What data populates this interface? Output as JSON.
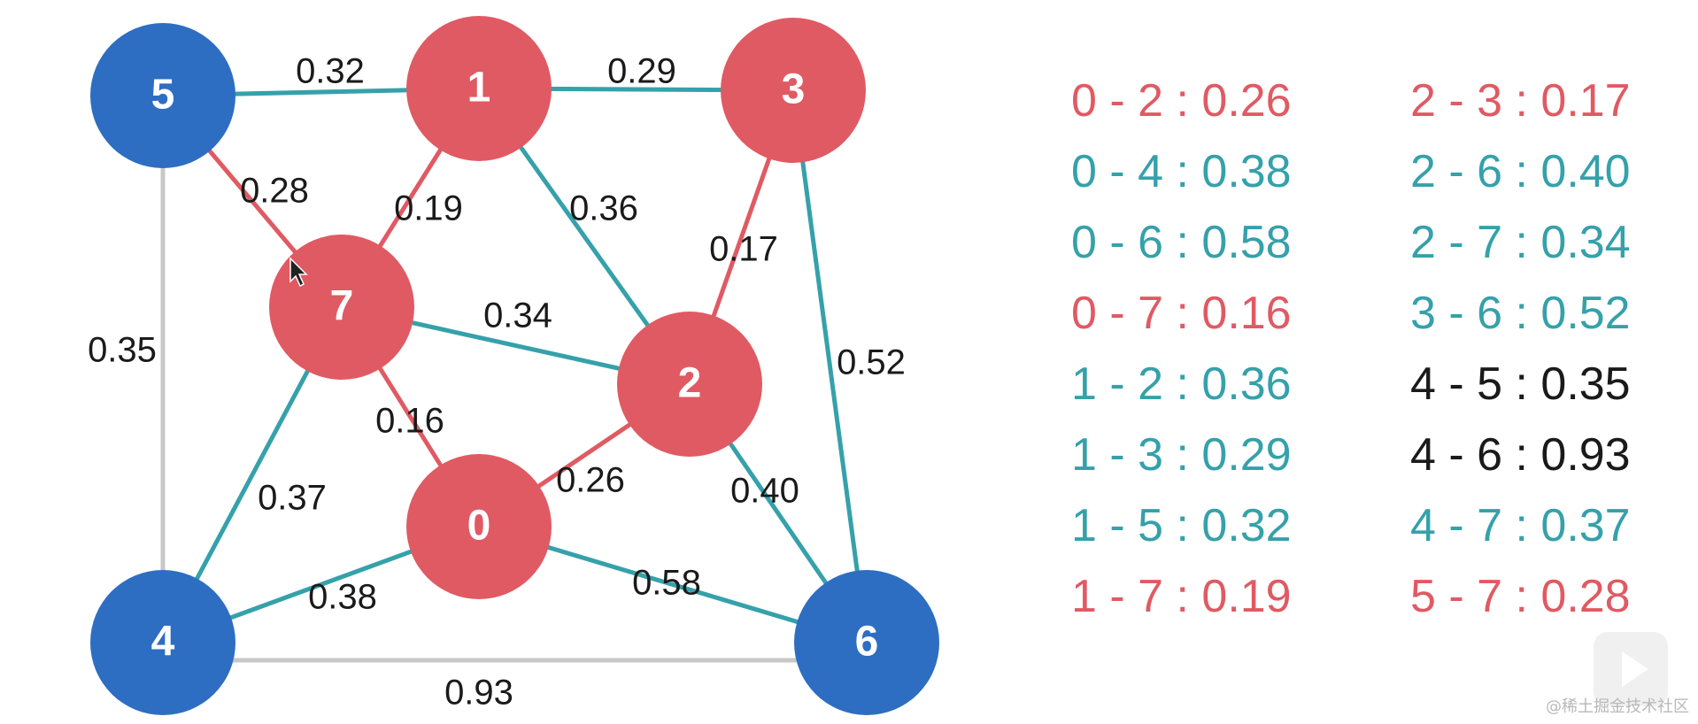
{
  "colors": {
    "red": "#e05a63",
    "teal": "#35a1aa",
    "gray": "#c8c8c8",
    "blue": "#2d6ec2",
    "text": "#1a1a1a",
    "white": "#ffffff"
  },
  "graph": {
    "nodes": [
      {
        "id": "0",
        "label": "0",
        "group": "red"
      },
      {
        "id": "1",
        "label": "1",
        "group": "red"
      },
      {
        "id": "2",
        "label": "2",
        "group": "red"
      },
      {
        "id": "3",
        "label": "3",
        "group": "red"
      },
      {
        "id": "4",
        "label": "4",
        "group": "blue"
      },
      {
        "id": "5",
        "label": "5",
        "group": "blue"
      },
      {
        "id": "6",
        "label": "6",
        "group": "blue"
      },
      {
        "id": "7",
        "label": "7",
        "group": "red"
      }
    ],
    "edges": [
      {
        "from": "0",
        "to": "2",
        "weight": "0.26",
        "status": "red"
      },
      {
        "from": "0",
        "to": "4",
        "weight": "0.38",
        "status": "teal"
      },
      {
        "from": "0",
        "to": "6",
        "weight": "0.58",
        "status": "teal"
      },
      {
        "from": "0",
        "to": "7",
        "weight": "0.16",
        "status": "red"
      },
      {
        "from": "1",
        "to": "2",
        "weight": "0.36",
        "status": "teal"
      },
      {
        "from": "1",
        "to": "3",
        "weight": "0.29",
        "status": "teal"
      },
      {
        "from": "1",
        "to": "5",
        "weight": "0.32",
        "status": "teal"
      },
      {
        "from": "1",
        "to": "7",
        "weight": "0.19",
        "status": "red"
      },
      {
        "from": "2",
        "to": "3",
        "weight": "0.17",
        "status": "red"
      },
      {
        "from": "2",
        "to": "6",
        "weight": "0.40",
        "status": "teal"
      },
      {
        "from": "2",
        "to": "7",
        "weight": "0.34",
        "status": "teal"
      },
      {
        "from": "3",
        "to": "6",
        "weight": "0.52",
        "status": "teal"
      },
      {
        "from": "4",
        "to": "5",
        "weight": "0.35",
        "status": "gray"
      },
      {
        "from": "4",
        "to": "6",
        "weight": "0.93",
        "status": "gray"
      },
      {
        "from": "4",
        "to": "7",
        "weight": "0.37",
        "status": "teal"
      },
      {
        "from": "5",
        "to": "7",
        "weight": "0.28",
        "status": "red"
      }
    ]
  },
  "edge_list": {
    "columns": [
      [
        {
          "text": "0 - 2 : 0.26",
          "color": "red"
        },
        {
          "text": "0 - 4 : 0.38",
          "color": "teal"
        },
        {
          "text": "0 - 6 : 0.58",
          "color": "teal"
        },
        {
          "text": "0 - 7 : 0.16",
          "color": "red"
        },
        {
          "text": "1 - 2 : 0.36",
          "color": "teal"
        },
        {
          "text": "1 - 3 : 0.29",
          "color": "teal"
        },
        {
          "text": "1 - 5 : 0.32",
          "color": "teal"
        },
        {
          "text": "1 - 7 : 0.19",
          "color": "red"
        }
      ],
      [
        {
          "text": "2 - 3 : 0.17",
          "color": "red"
        },
        {
          "text": "2 - 6 : 0.40",
          "color": "teal"
        },
        {
          "text": "2 - 7 : 0.34",
          "color": "teal"
        },
        {
          "text": "3 - 6 : 0.52",
          "color": "teal"
        },
        {
          "text": "4 - 5 : 0.35",
          "color": "black"
        },
        {
          "text": "4 - 6 : 0.93",
          "color": "black"
        },
        {
          "text": "4 - 7 : 0.37",
          "color": "teal"
        },
        {
          "text": "5 - 7 : 0.28",
          "color": "red"
        }
      ]
    ]
  },
  "watermark": {
    "text": "@稀土掘金技术社区",
    "icon": "play-logo-icon"
  }
}
